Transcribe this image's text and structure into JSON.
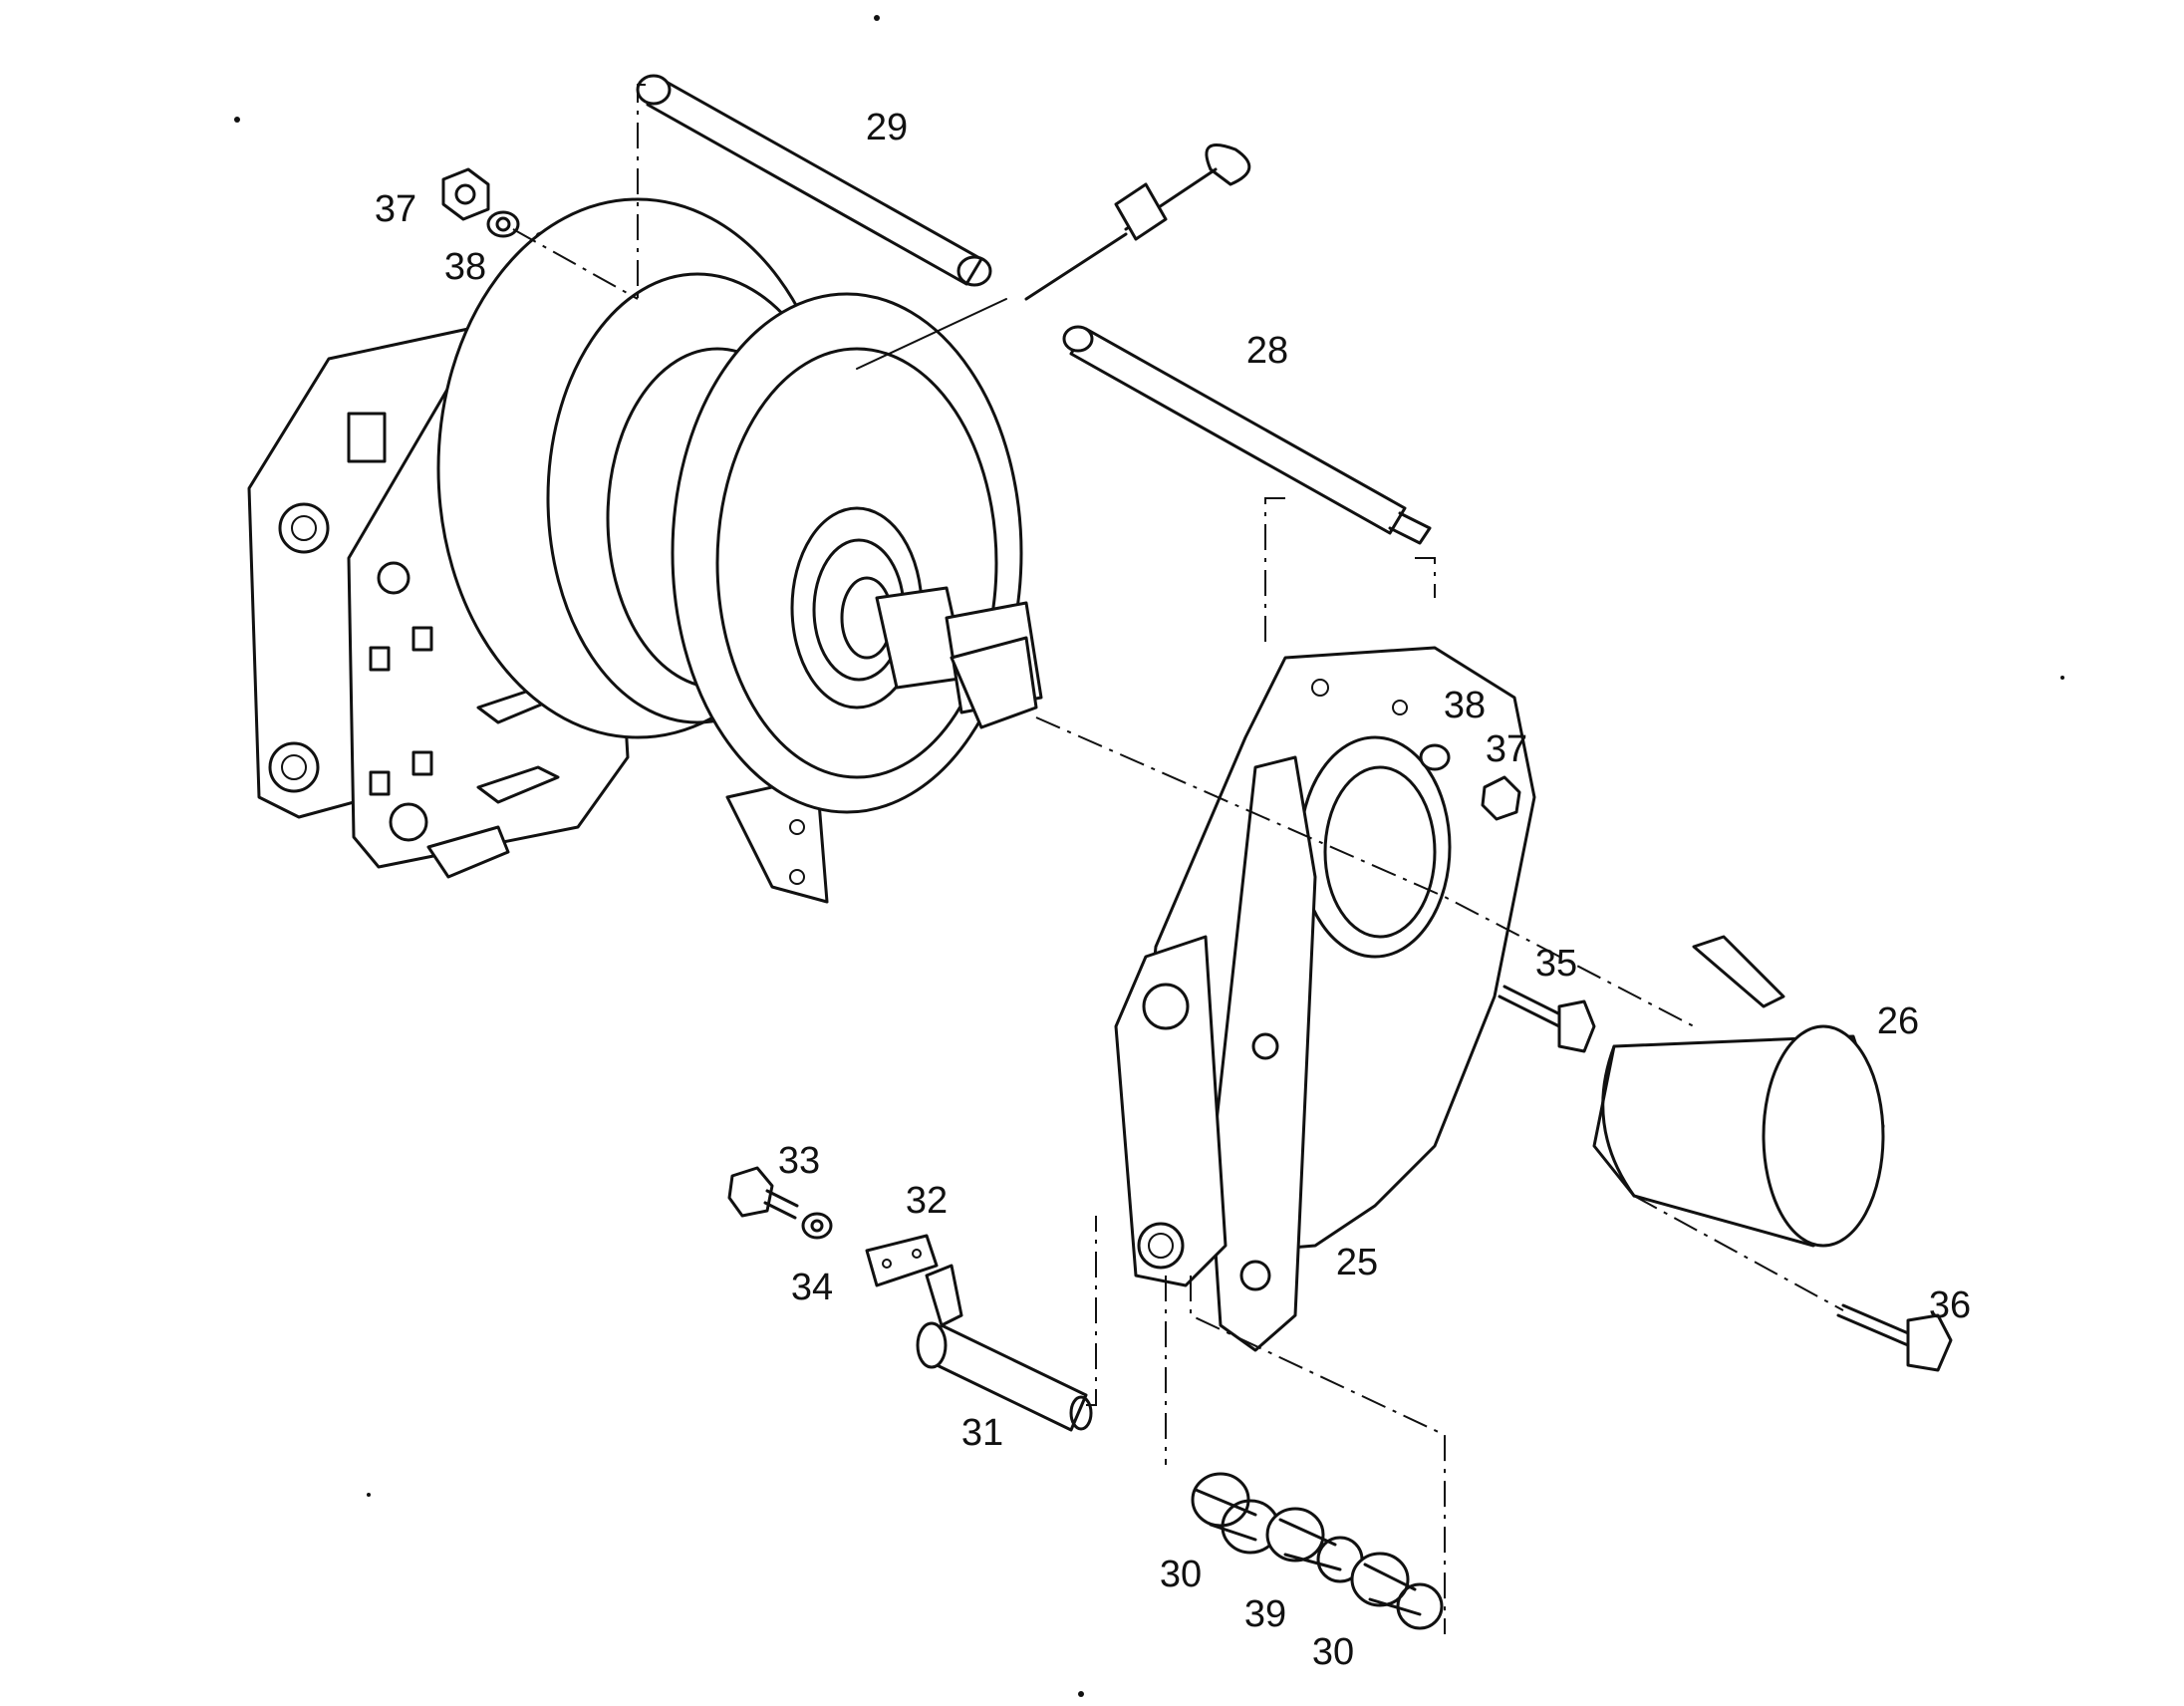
{
  "callouts": {
    "p29": "29",
    "p28": "28",
    "p37_top": "37",
    "p38_top": "38",
    "p38_mid": "38",
    "p37_mid": "37",
    "p35": "35",
    "p26": "26",
    "p25": "25",
    "p33": "33",
    "p32": "32",
    "p34": "34",
    "p31": "31",
    "p36": "36",
    "p30_left": "30",
    "p39": "39",
    "p30_right": "30"
  }
}
